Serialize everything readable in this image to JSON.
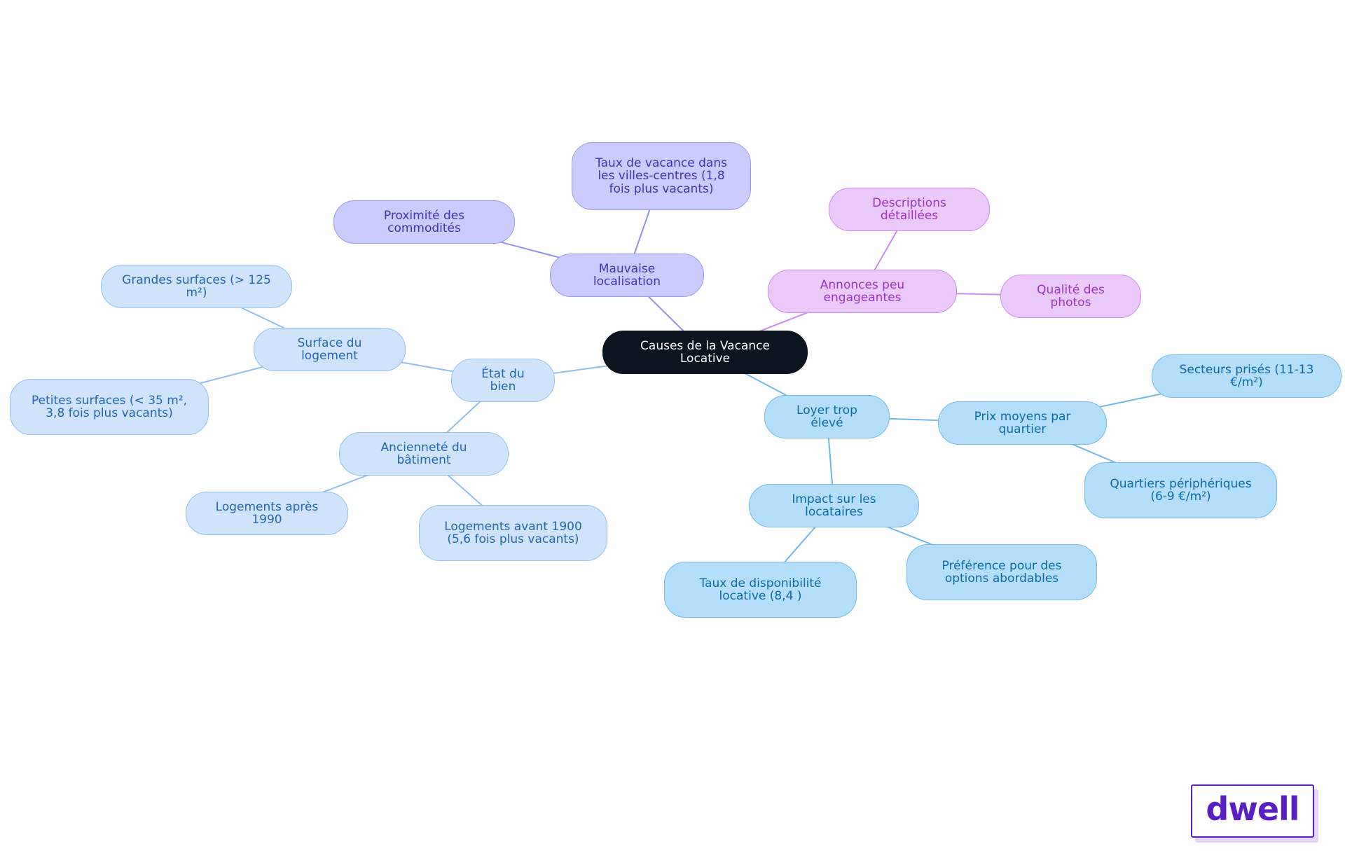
{
  "diagram": {
    "type": "mind-map",
    "nodes": [
      {
        "id": "root",
        "label": "Causes de la Vacance Locative",
        "color": "center"
      },
      {
        "id": "loc",
        "label": "Mauvaise localisation",
        "parent": "root",
        "color": "violet"
      },
      {
        "id": "loc-1",
        "label": "Taux de vacance dans les villes-centres (1,8 fois plus vacants)",
        "parent": "loc",
        "color": "violet"
      },
      {
        "id": "loc-2",
        "label": "Proximité des commodités",
        "parent": "loc",
        "color": "violet"
      },
      {
        "id": "ann",
        "label": "Annonces peu engageantes",
        "parent": "root",
        "color": "pink"
      },
      {
        "id": "ann-1",
        "label": "Descriptions détaillées",
        "parent": "ann",
        "color": "pink"
      },
      {
        "id": "ann-2",
        "label": "Qualité des photos",
        "parent": "ann",
        "color": "pink"
      },
      {
        "id": "etat",
        "label": "État du bien",
        "parent": "root",
        "color": "lblue"
      },
      {
        "id": "surf",
        "label": "Surface du logement",
        "parent": "etat",
        "color": "lblue"
      },
      {
        "id": "surf-1",
        "label": "Grandes surfaces (> 125 m²)",
        "parent": "surf",
        "color": "lblue"
      },
      {
        "id": "surf-2",
        "label": "Petites surfaces (< 35 m², 3,8 fois plus vacants)",
        "parent": "surf",
        "color": "lblue"
      },
      {
        "id": "anc",
        "label": "Ancienneté du bâtiment",
        "parent": "etat",
        "color": "lblue"
      },
      {
        "id": "anc-1",
        "label": "Logements après 1990",
        "parent": "anc",
        "color": "lblue"
      },
      {
        "id": "anc-2",
        "label": "Logements avant 1900 (5,6 fois plus vacants)",
        "parent": "anc",
        "color": "lblue"
      },
      {
        "id": "loyer",
        "label": "Loyer trop élevé",
        "parent": "root",
        "color": "sky"
      },
      {
        "id": "prix",
        "label": "Prix moyens par quartier",
        "parent": "loyer",
        "color": "sky"
      },
      {
        "id": "prix-1",
        "label": "Secteurs prisés (11-13 €/m²)",
        "parent": "prix",
        "color": "sky"
      },
      {
        "id": "prix-2",
        "label": "Quartiers périphériques (6-9 €/m²)",
        "parent": "prix",
        "color": "sky"
      },
      {
        "id": "imp",
        "label": "Impact sur les locataires",
        "parent": "loyer",
        "color": "sky"
      },
      {
        "id": "imp-1",
        "label": "Taux de disponibilité locative (8,4 )",
        "parent": "imp",
        "color": "sky"
      },
      {
        "id": "imp-2",
        "label": "Préférence pour des options abordables",
        "parent": "imp",
        "color": "sky"
      }
    ]
  },
  "palette": {
    "center": "#0c1420",
    "violet": "#cbcbfc",
    "pink": "#ecc9fb",
    "lblue": "#cfe3fb",
    "sky": "#b4def9",
    "brand": "#5a1fc2"
  },
  "logo": {
    "text": "dwell"
  }
}
